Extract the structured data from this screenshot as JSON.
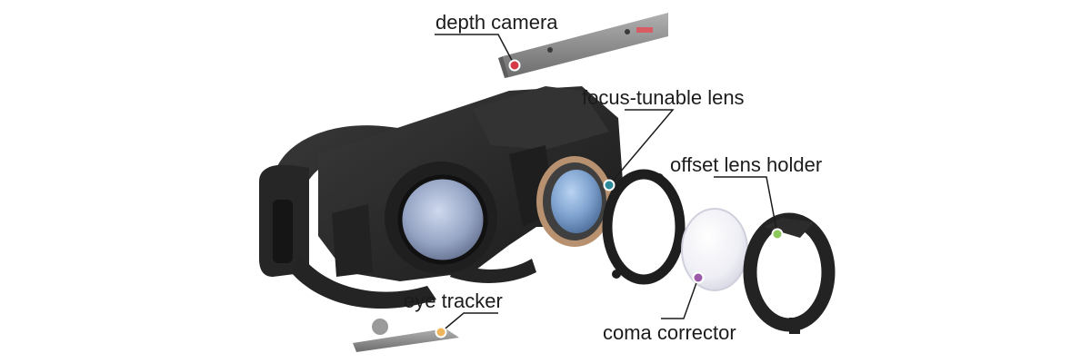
{
  "labels": {
    "depth_camera": "depth camera",
    "focus_tunable_lens": "focus-tunable lens",
    "offset_lens_holder": "offset lens holder",
    "eye_tracker": "eye tracker",
    "coma_corrector": "coma corrector"
  },
  "colors": {
    "depth_camera_dot": "#d63a45",
    "focus_tunable_lens_dot": "#2c8a9a",
    "offset_lens_holder_dot": "#8cc95a",
    "eye_tracker_dot": "#f0b45c",
    "coma_corrector_dot": "#9a5aa8",
    "leader": "#1c1c1c",
    "housing": "#2a2a2a",
    "metal": "#8a8a8a"
  }
}
